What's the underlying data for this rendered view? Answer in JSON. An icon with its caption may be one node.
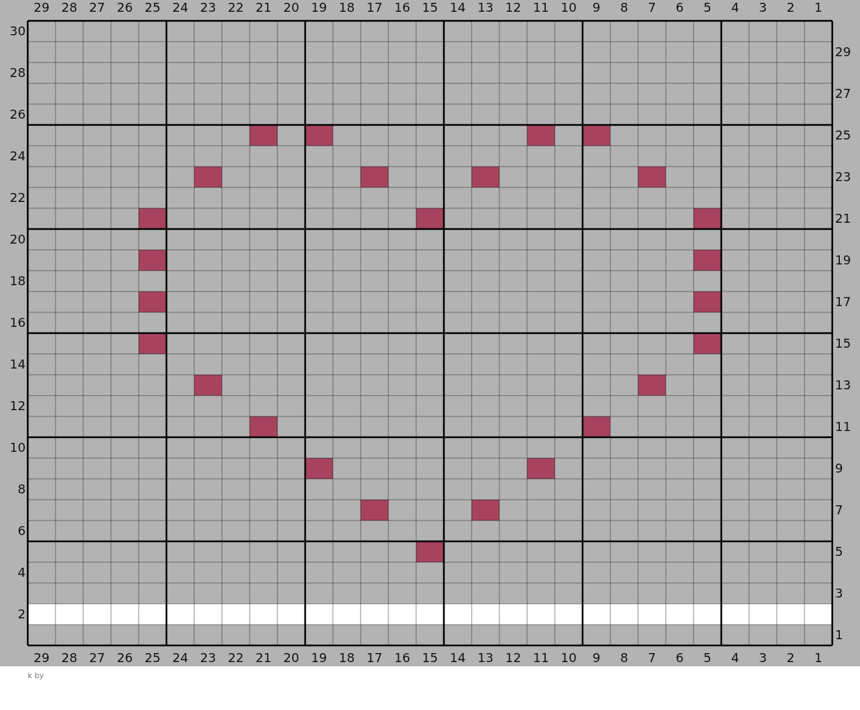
{
  "diagram": {
    "labels": [
      "29",
      "28",
      "27",
      "26",
      "25",
      "24",
      "23",
      "22",
      "21",
      "20",
      "19",
      "18",
      "17",
      "16",
      "15",
      "14",
      "13",
      "12",
      "11",
      "10",
      "9",
      "8",
      "7",
      "6",
      "5",
      "4",
      "3",
      "2",
      "1",
      "30",
      "29",
      "28",
      "27",
      "26",
      "25",
      "24",
      "23",
      "22",
      "21",
      "20",
      "19",
      "18",
      "17",
      "16",
      "15",
      "14",
      "13",
      "12",
      "11",
      "10",
      "9",
      "8",
      "7",
      "6",
      "5",
      "4",
      "3",
      "2",
      "1",
      "29",
      "28",
      "27",
      "26",
      "25",
      "24",
      "23",
      "22",
      "21",
      "20",
      "19",
      "18",
      "17",
      "16",
      "15",
      "14",
      "13",
      "12",
      "11",
      "10",
      "9",
      "8",
      "7",
      "6",
      "5",
      "4",
      "3",
      "2",
      "1",
      "k by"
    ]
  }
}
